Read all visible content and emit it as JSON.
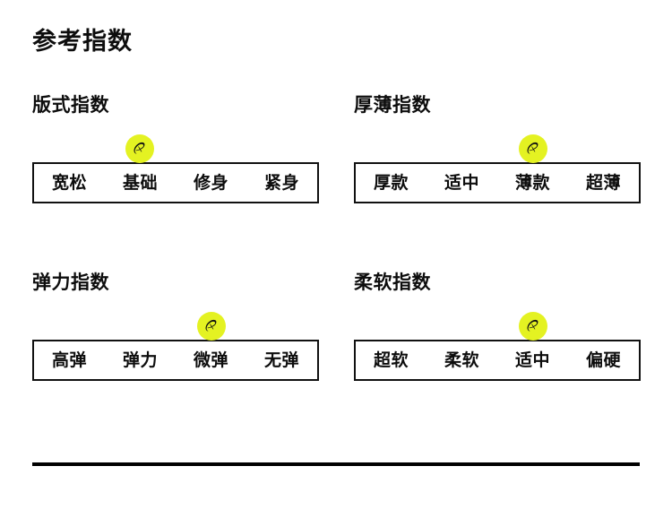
{
  "page": {
    "title": "参考指数",
    "background_color": "#ffffff",
    "text_color": "#0d0d0d",
    "accent_color": "#e4f222",
    "border_color": "#111111",
    "divider_color": "#000000",
    "marker_icon": "asics-spiral-logo-icon"
  },
  "sections": [
    {
      "title": "版式指数",
      "options": [
        "宽松",
        "基础",
        "修身",
        "紧身"
      ],
      "selected_index": 1,
      "selected_value": "基础"
    },
    {
      "title": "厚薄指数",
      "options": [
        "厚款",
        "适中",
        "薄款",
        "超薄"
      ],
      "selected_index": 2,
      "selected_value": "薄款"
    },
    {
      "title": "弹力指数",
      "options": [
        "高弹",
        "弹力",
        "微弹",
        "无弹"
      ],
      "selected_index": 2,
      "selected_value": "微弹"
    },
    {
      "title": "柔软指数",
      "options": [
        "超软",
        "柔软",
        "适中",
        "偏硬"
      ],
      "selected_index": 2,
      "selected_value": "适中"
    }
  ]
}
